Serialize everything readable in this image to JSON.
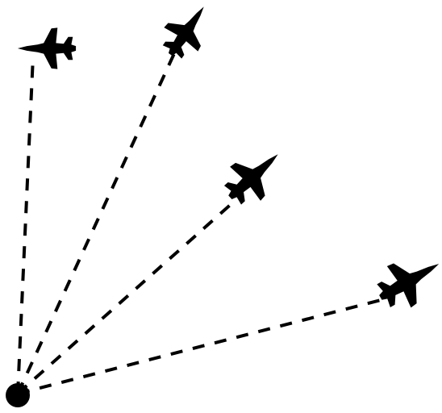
{
  "colors": {
    "ink": "#000000",
    "background": "#ffffff"
  },
  "origin": {
    "icon": "observer-dot-icon"
  },
  "aircraft": [
    {
      "id": "aircraft-1",
      "icon": "fighter-jet-icon"
    },
    {
      "id": "aircraft-2",
      "icon": "fighter-jet-icon"
    },
    {
      "id": "aircraft-3",
      "icon": "fighter-jet-icon"
    },
    {
      "id": "aircraft-4",
      "icon": "fighter-jet-icon"
    }
  ]
}
